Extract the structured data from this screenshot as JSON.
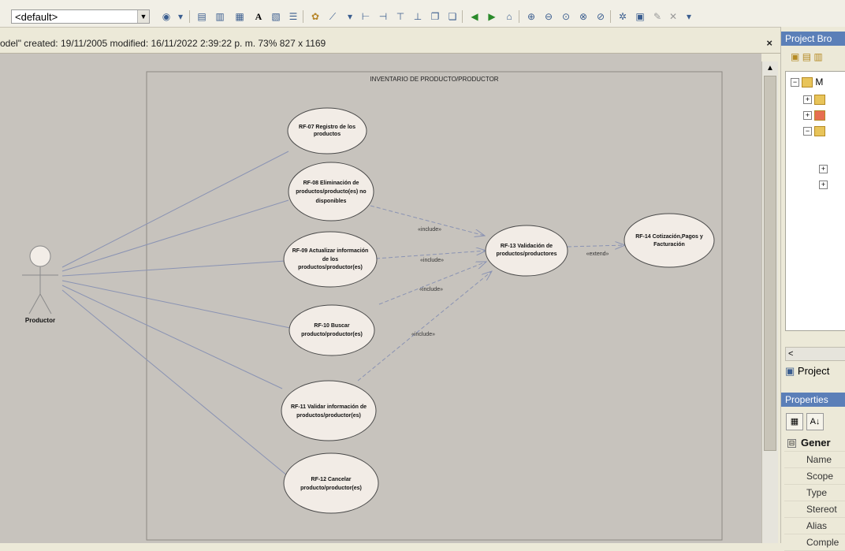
{
  "toolbar": {
    "style_combo_value": "<default>",
    "icons": [
      "help-icon",
      "note-icon",
      "text-icon",
      "font-icon",
      "table-icon",
      "list-icon",
      "palette-icon",
      "line-icon",
      "align-left-icon",
      "align-right-icon",
      "align-top-icon",
      "align-bottom-icon",
      "copy-format-icon",
      "paste-format-icon",
      "back-icon",
      "forward-icon",
      "home-icon",
      "zoom-in-icon",
      "zoom-out-icon",
      "zoom-fit-icon",
      "zoom-normal-icon",
      "zoom-page-icon",
      "layout-icon",
      "properties-icon",
      "erase-icon"
    ]
  },
  "info": {
    "text": "odel\"  created: 19/11/2005  modified: 16/11/2022 2:39:22 p. m.   73%   827 x 1169",
    "close": "×"
  },
  "diagram": {
    "boundary_title": "INVENTARIO DE PRODUCTO/PRODUCTOR",
    "actor_name": "Productor",
    "usecases": {
      "rf07": [
        "RF-07  Registro de los",
        "productos"
      ],
      "rf08": [
        "RF-08 Eliminación de",
        "productos/producto(es) no",
        "disponibles"
      ],
      "rf09": [
        "RF-09 Actualizar información",
        "de los",
        "productos/productor(es)"
      ],
      "rf10": [
        "RF-10 Buscar",
        "producto/productor(es)"
      ],
      "rf11": [
        "RF-11 Validar información de",
        "productos/productor(es)"
      ],
      "rf12": [
        "RF-12 Cancelar",
        "producto/productor(es)"
      ],
      "rf13": [
        "RF-13 Validación de",
        "productos/productores"
      ],
      "rf14": [
        "RF-14 Cotización,Pagos y",
        "Facturación"
      ]
    },
    "labels": {
      "include": "«include»",
      "extend": "«extend»"
    }
  },
  "right": {
    "browser_title": "Project Bro",
    "tree_root": "M",
    "scroll_left": "<",
    "tab_label": "Project",
    "props_title": "Properties",
    "props_group": "Gener",
    "props_group_toggle": "⊟",
    "props_rows": [
      "Name",
      "Scope",
      "Type",
      "Stereot",
      "Alias",
      "Comple"
    ]
  }
}
